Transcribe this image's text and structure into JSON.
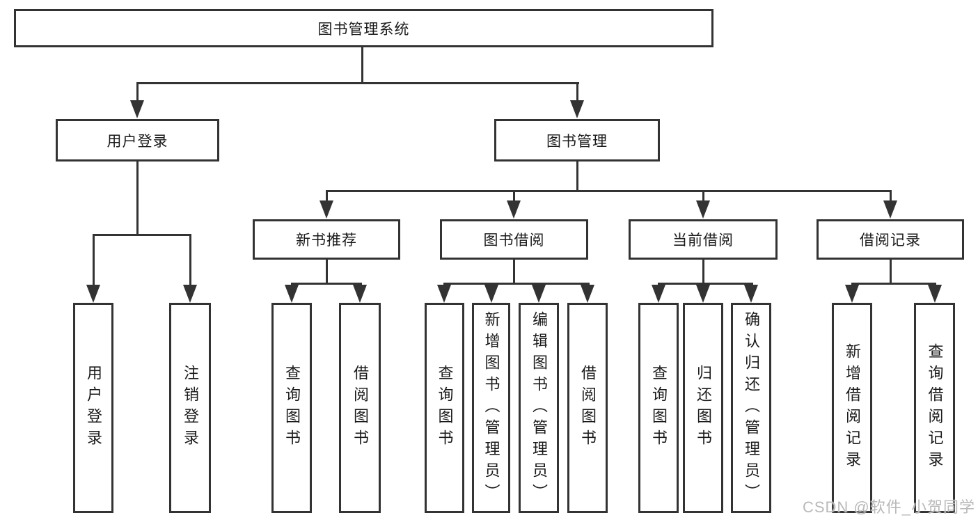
{
  "diagram_type": "hierarchy-tree",
  "colors": {
    "line": "#333333",
    "box_border": "#333333",
    "text": "#1a1a1a",
    "watermark": "#b9b9b9",
    "background": "#ffffff"
  },
  "tree": {
    "label": "图书管理系统",
    "children": [
      {
        "label": "用户登录",
        "children": [
          {
            "label": "用户登录"
          },
          {
            "label": "注销登录"
          }
        ]
      },
      {
        "label": "图书管理",
        "children": [
          {
            "label": "新书推荐",
            "children": [
              {
                "label": "查询图书"
              },
              {
                "label": "借阅图书"
              }
            ]
          },
          {
            "label": "图书借阅",
            "children": [
              {
                "label": "查询图书"
              },
              {
                "label": "新增图书（管理员）"
              },
              {
                "label": "编辑图书（管理员）"
              },
              {
                "label": "借阅图书"
              }
            ]
          },
          {
            "label": "当前借阅",
            "children": [
              {
                "label": "查询图书"
              },
              {
                "label": "归还图书"
              },
              {
                "label": "确认归还（管理员）"
              }
            ]
          },
          {
            "label": "借阅记录",
            "children": [
              {
                "label": "新增借阅记录"
              },
              {
                "label": "查询借阅记录"
              }
            ]
          }
        ]
      }
    ]
  },
  "watermark": "CSDN @软件_小贺同学"
}
